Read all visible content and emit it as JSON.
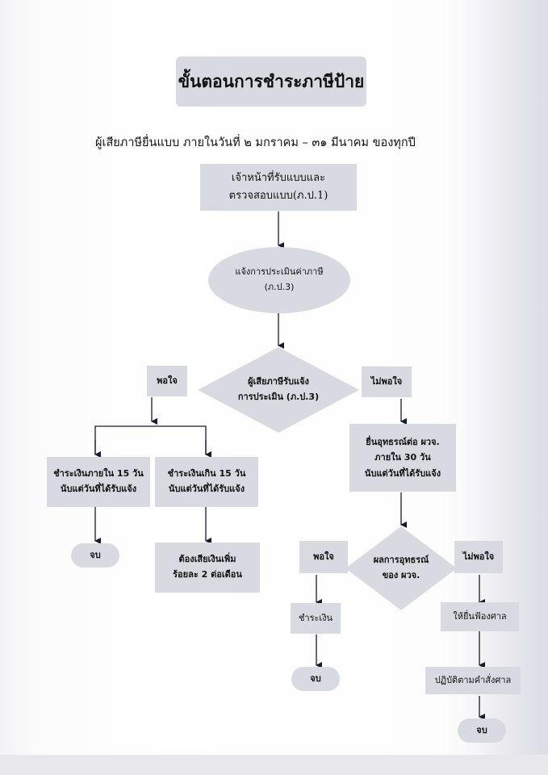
{
  "title": "ขั้นตอนการชำระภาษีป้าย",
  "subtitle": "ผู้เสียภาษียื่นแบบ ภายในวันที่ ๒ มกราคม – ๓๑ มีนาคม ของทุกปี",
  "steps": {
    "receive_line1": "เจ้าหน้าที่รับแบบและ",
    "receive_line2": "ตรวจสอบแบบ(ภ.ป.1)",
    "notify_line1": "แจ้งการประเมินค่าภาษี",
    "notify_line2": "(ภ.ป.3)",
    "decision1_line1": "ผู้เสียภาษีรับแจ้ง",
    "decision1_line2": "การประเมิน (ภ.ป.3)",
    "satisfied": "พอใจ",
    "not_satisfied": "ไม่พอใจ",
    "pay_within_line1": "ชำระเงินภายใน 15 วัน",
    "pay_within_line2": "นับแต่วันที่ได้รับแจ้ง",
    "pay_over_line1": "ชำระเงินเกิน 15 วัน",
    "pay_over_line2": "นับแต่วันที่ได้รับแจ้ง",
    "end": "จบ",
    "penalty_line1": "ต้องเสียเงินเพิ่ม",
    "penalty_line2": "ร้อยละ 2 ต่อเดือน",
    "appeal_line1": "ยื่นอุทธรณ์ต่อ ผวจ.",
    "appeal_line2": "ภายใน 30 วัน",
    "appeal_line3": "นับแต่วันที่ได้รับแจ้ง",
    "decision2_line1": "ผลการอุทธรณ์",
    "decision2_line2": "ของ ผวจ.",
    "satisfied2": "พอใจ",
    "not_satisfied2": "ไม่พอใจ",
    "pay": "ชำระเงิน",
    "sue": "ให้ยื่นฟ้องศาล",
    "comply": "ปฏิบัติตามคำสั่งศาล",
    "end2": "จบ",
    "end3": "จบ"
  },
  "colors": {
    "box": "#d9d9e1",
    "line": "#1a1a2e",
    "page": "#ffffff"
  }
}
